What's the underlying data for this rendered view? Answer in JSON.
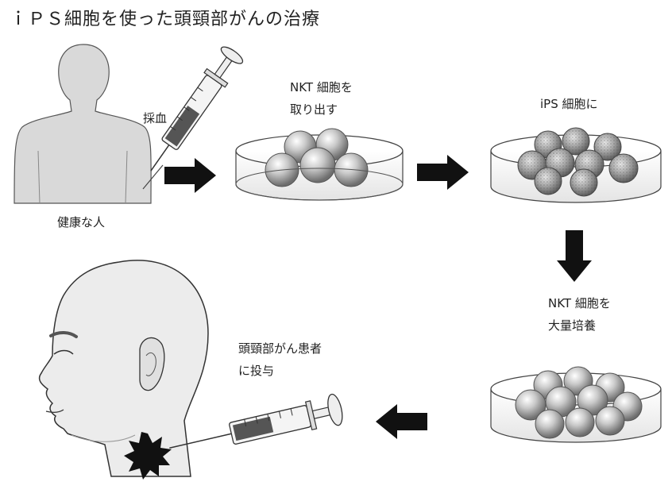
{
  "title": "ｉＰＳ細胞を使った頭頸部がんの治療",
  "labels": {
    "blood_draw": "採血",
    "healthy_person": "健康な人",
    "extract_nkt": [
      "NKT 細胞を",
      "取り出す"
    ],
    "to_ips": "iPS 細胞に",
    "mass_culture": [
      "NKT 細胞を",
      "大量培養"
    ],
    "administer": [
      "頭頸部がん患者",
      "に投与"
    ]
  },
  "colors": {
    "ink": "#222222",
    "skin": "#d9d9d9",
    "arrow": "#111111"
  },
  "icons": [
    "person-silhouette",
    "syringe-icon",
    "petri-dish",
    "arrow-right-icon",
    "arrow-down-icon",
    "arrow-left-icon",
    "patient-head",
    "tumor-burst-icon"
  ]
}
